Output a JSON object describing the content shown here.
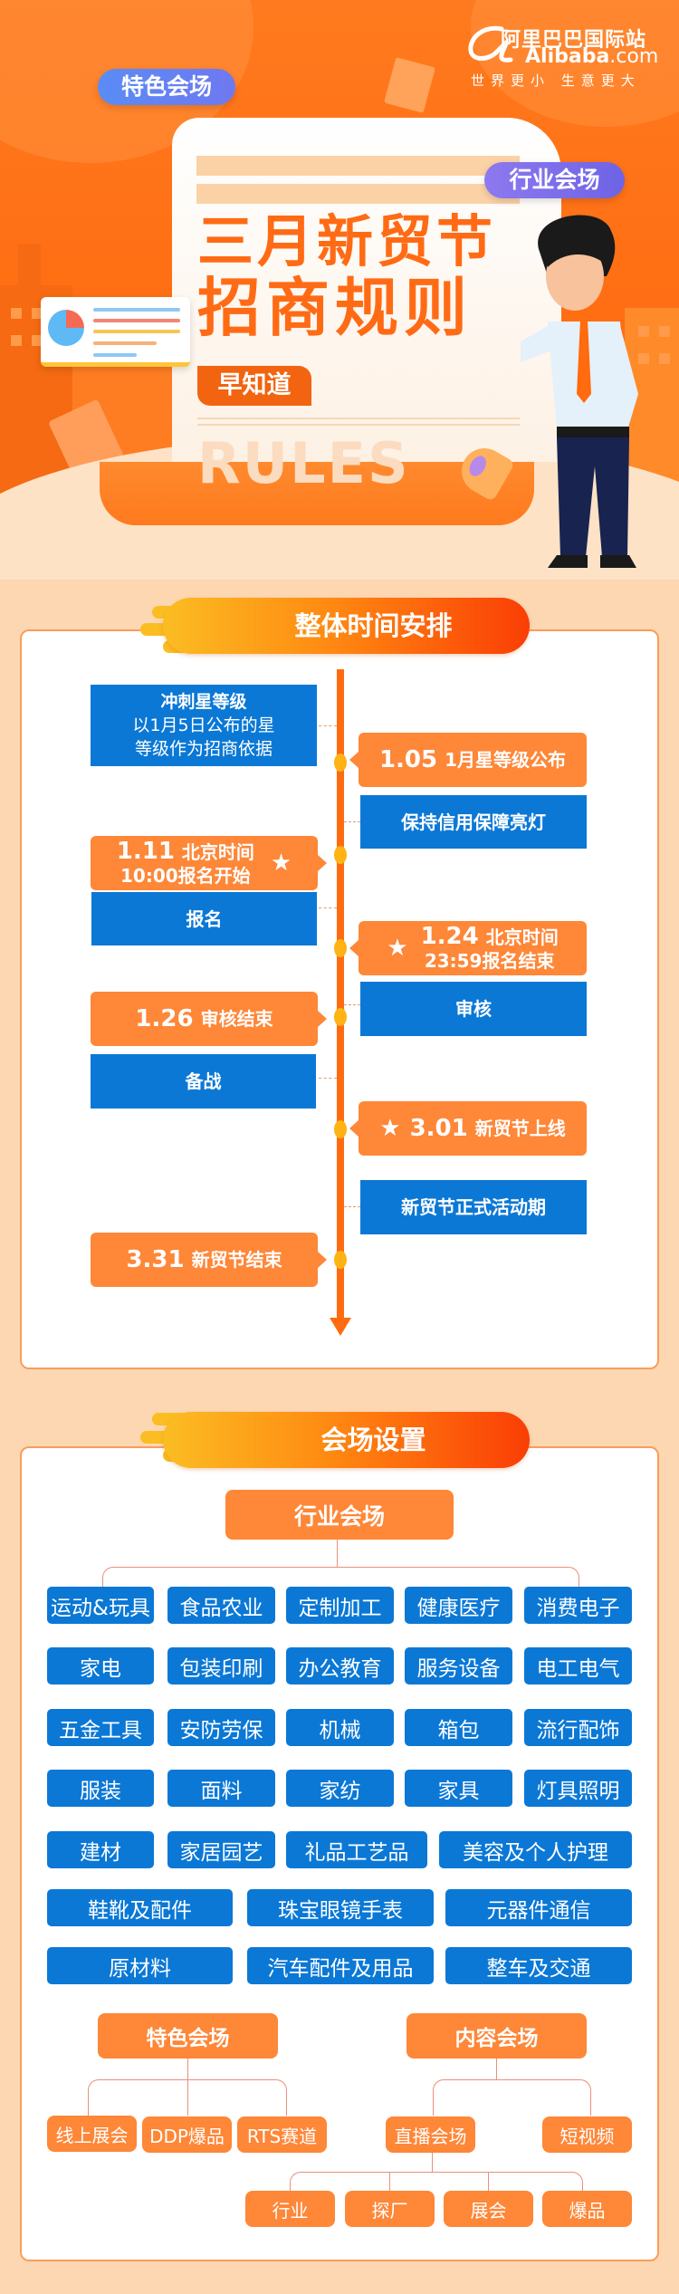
{
  "hero": {
    "logo": {
      "cn": "阿里巴巴国际站",
      "en_main": "Alibaba",
      "en_suffix": ".com",
      "slogan": "世界更小 生意更大"
    },
    "badges": {
      "featured": "特色会场",
      "industry": "行业会场"
    },
    "title_line1": "三月新贸节",
    "title_line2": "招商规则",
    "subtitle": "早知道",
    "watermark": "RULES"
  },
  "timeline": {
    "section_title": "整体时间安排",
    "left_items": [
      {
        "type": "blue",
        "lines": [
          "冲刺星等级",
          "以1月5日公布的星",
          "等级作为招商依据"
        ]
      },
      {
        "type": "orange",
        "date": "1.11",
        "lines": [
          "北京时间",
          "10:00报名开始"
        ],
        "star": "★"
      },
      {
        "type": "blue",
        "lines": [
          "报名"
        ]
      },
      {
        "type": "orange",
        "date": "1.26",
        "lines": [
          "审核结束"
        ]
      },
      {
        "type": "blue",
        "lines": [
          "备战"
        ]
      },
      {
        "type": "orange",
        "date": "3.31",
        "lines": [
          "新贸节结束"
        ]
      }
    ],
    "right_items": [
      {
        "type": "orange",
        "date": "1.05",
        "lines": [
          "1月星等级公布"
        ]
      },
      {
        "type": "blue",
        "lines": [
          "保持信用保障亮灯"
        ]
      },
      {
        "type": "orange",
        "date": "1.24",
        "lines": [
          "北京时间",
          "23:59报名结束"
        ],
        "star": "★"
      },
      {
        "type": "blue",
        "lines": [
          "审核"
        ]
      },
      {
        "type": "orange",
        "date": "3.01",
        "lines": [
          "新贸节上线"
        ],
        "star": "★"
      },
      {
        "type": "blue",
        "lines": [
          "新贸节正式活动期"
        ]
      }
    ]
  },
  "venues": {
    "section_title": "会场设置",
    "industry": {
      "title": "行业会场",
      "categories": [
        "运动&玩具",
        "食品农业",
        "定制加工",
        "健康医疗",
        "消费电子",
        "家电",
        "包装印刷",
        "办公教育",
        "服务设备",
        "电工电气",
        "五金工具",
        "安防劳保",
        "机械",
        "箱包",
        "流行配饰",
        "服装",
        "面料",
        "家纺",
        "家具",
        "灯具照明",
        "建材",
        "家居园艺",
        "礼品工艺品",
        "美容及个人护理",
        "鞋靴及配件",
        "珠宝眼镜手表",
        "元器件通信",
        "原材料",
        "汽车配件及用品",
        "整车及交通"
      ]
    },
    "featured": {
      "title": "特色会场",
      "items": [
        "线上展会",
        "DDP爆品",
        "RTS赛道"
      ]
    },
    "content": {
      "title": "内容会场",
      "items": [
        "直播会场",
        "短视频"
      ],
      "live_sub": [
        "行业",
        "探厂",
        "展会",
        "爆品"
      ]
    }
  },
  "colors": {
    "orange": "#fe8738",
    "blue": "#0b78d6",
    "accent": "#ff6b0e",
    "background": "#fcd7b2"
  }
}
